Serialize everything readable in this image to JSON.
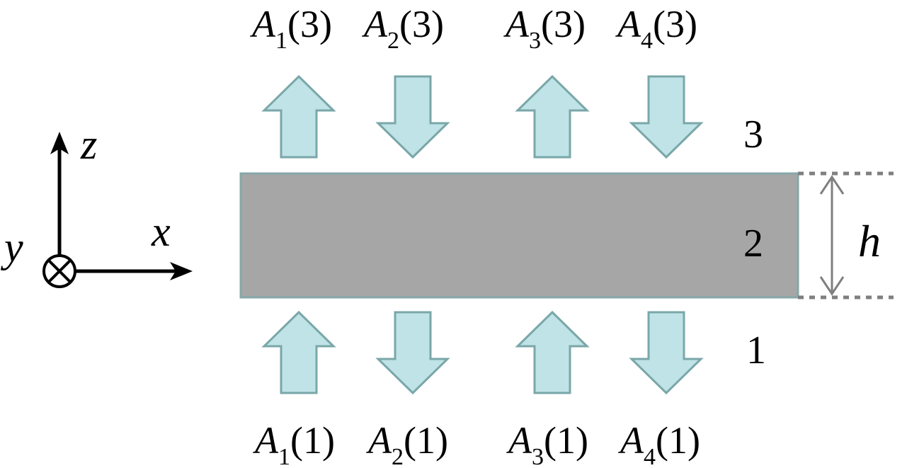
{
  "amplitudes_top": [
    {
      "symbol": "A",
      "sub": "1",
      "arg": "(3)"
    },
    {
      "symbol": "A",
      "sub": "2",
      "arg": "(3)"
    },
    {
      "symbol": "A",
      "sub": "3",
      "arg": "(3)"
    },
    {
      "symbol": "A",
      "sub": "4",
      "arg": "(3)"
    }
  ],
  "amplitudes_bottom": [
    {
      "symbol": "A",
      "sub": "1",
      "arg": "(1)"
    },
    {
      "symbol": "A",
      "sub": "2",
      "arg": "(1)"
    },
    {
      "symbol": "A",
      "sub": "3",
      "arg": "(1)"
    },
    {
      "symbol": "A",
      "sub": "4",
      "arg": "(1)"
    }
  ],
  "arrow_directions": {
    "top": [
      "up",
      "down",
      "up",
      "down"
    ],
    "bottom": [
      "up",
      "down",
      "up",
      "down"
    ]
  },
  "regions": {
    "top": "3",
    "middle": "2",
    "bottom": "1"
  },
  "thickness_label": "h",
  "axes": {
    "x": "x",
    "y": "y",
    "z": "z"
  },
  "colors": {
    "arrow_fill": "#bfe3e6",
    "arrow_stroke": "#7aa7a9",
    "slab_fill": "#a6a6a6",
    "dimension": "#7f7f7f"
  }
}
